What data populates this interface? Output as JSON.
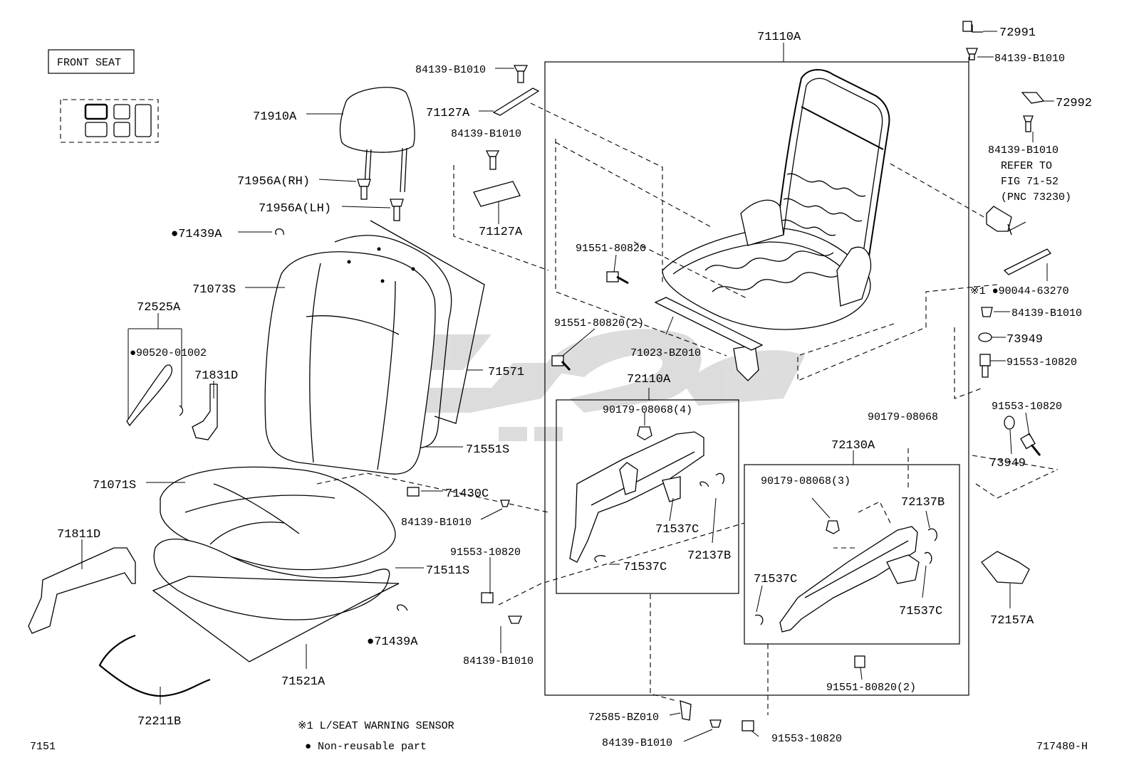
{
  "header": {
    "section_label": "FRONT SEAT",
    "page_code": "7151",
    "figure_code": "717480-H"
  },
  "notes": {
    "sensor_note": "※1 L/SEAT WARNING SENSOR",
    "nonreusable_note": "● Non-reusable part"
  },
  "watermark": {
    "text": "شركة",
    "color": "#d8d8d8"
  },
  "callouts": {
    "p71910A": "71910A",
    "p71956A_rh": "71956A(RH)",
    "p71956A_lh": "71956A(LH)",
    "p71439A_top": "●71439A",
    "p71073S": "71073S",
    "p72525A": "72525A",
    "p90520": "●90520-01002",
    "p71831D": "71831D",
    "p71571": "71571",
    "p71551S": "71551S",
    "p71071S": "71071S",
    "p71811D": "71811D",
    "p71511S": "71511S",
    "p71439A_bot": "●71439A",
    "p71521A": "71521A",
    "p72211B": "72211B",
    "p84139_a": "84139-B1010",
    "p71127A_a": "71127A",
    "p84139_b": "84139-B1010",
    "p71127A_b": "71127A",
    "p71430C": "71430C",
    "p84139_c": "84139-B1010",
    "p91553_a": "91553-10820",
    "p84139_d": "84139-B1010",
    "p71110A": "71110A",
    "p91551_a": "91551-80820",
    "p91551_b": "91551-80820(2)",
    "p71023": "71023-BZ010",
    "p72110A": "72110A",
    "p90179_a": "90179-08068(4)",
    "p71537C_a": "71537C",
    "p72137B_a": "72137B",
    "p71537C_b": "71537C",
    "p90179_b": "90179-08068",
    "p72130A": "72130A",
    "p90179_c": "90179-08068(3)",
    "p72137B_b": "72137B",
    "p71537C_c": "71537C",
    "p71537C_d": "71537C",
    "p91551_c": "91551-80820(2)",
    "p72585": "72585-BZ010",
    "p84139_e": "84139-B1010",
    "p91553_b": "91553-10820",
    "p72991": "72991",
    "p84139_f": "84139-B1010",
    "p72992": "72992",
    "p84139_g": "84139-B1010",
    "refer_1": "REFER TO",
    "refer_2": "FIG 71-52",
    "refer_3": "(PNC 73230)",
    "p90044": "※1 ●90044-63270",
    "p84139_h": "84139-B1010",
    "p73949_a": "73949",
    "p91553_c": "91553-10820",
    "p91553_d": "91553-10820",
    "p73949_b": "73949",
    "p72157A": "72157A"
  }
}
